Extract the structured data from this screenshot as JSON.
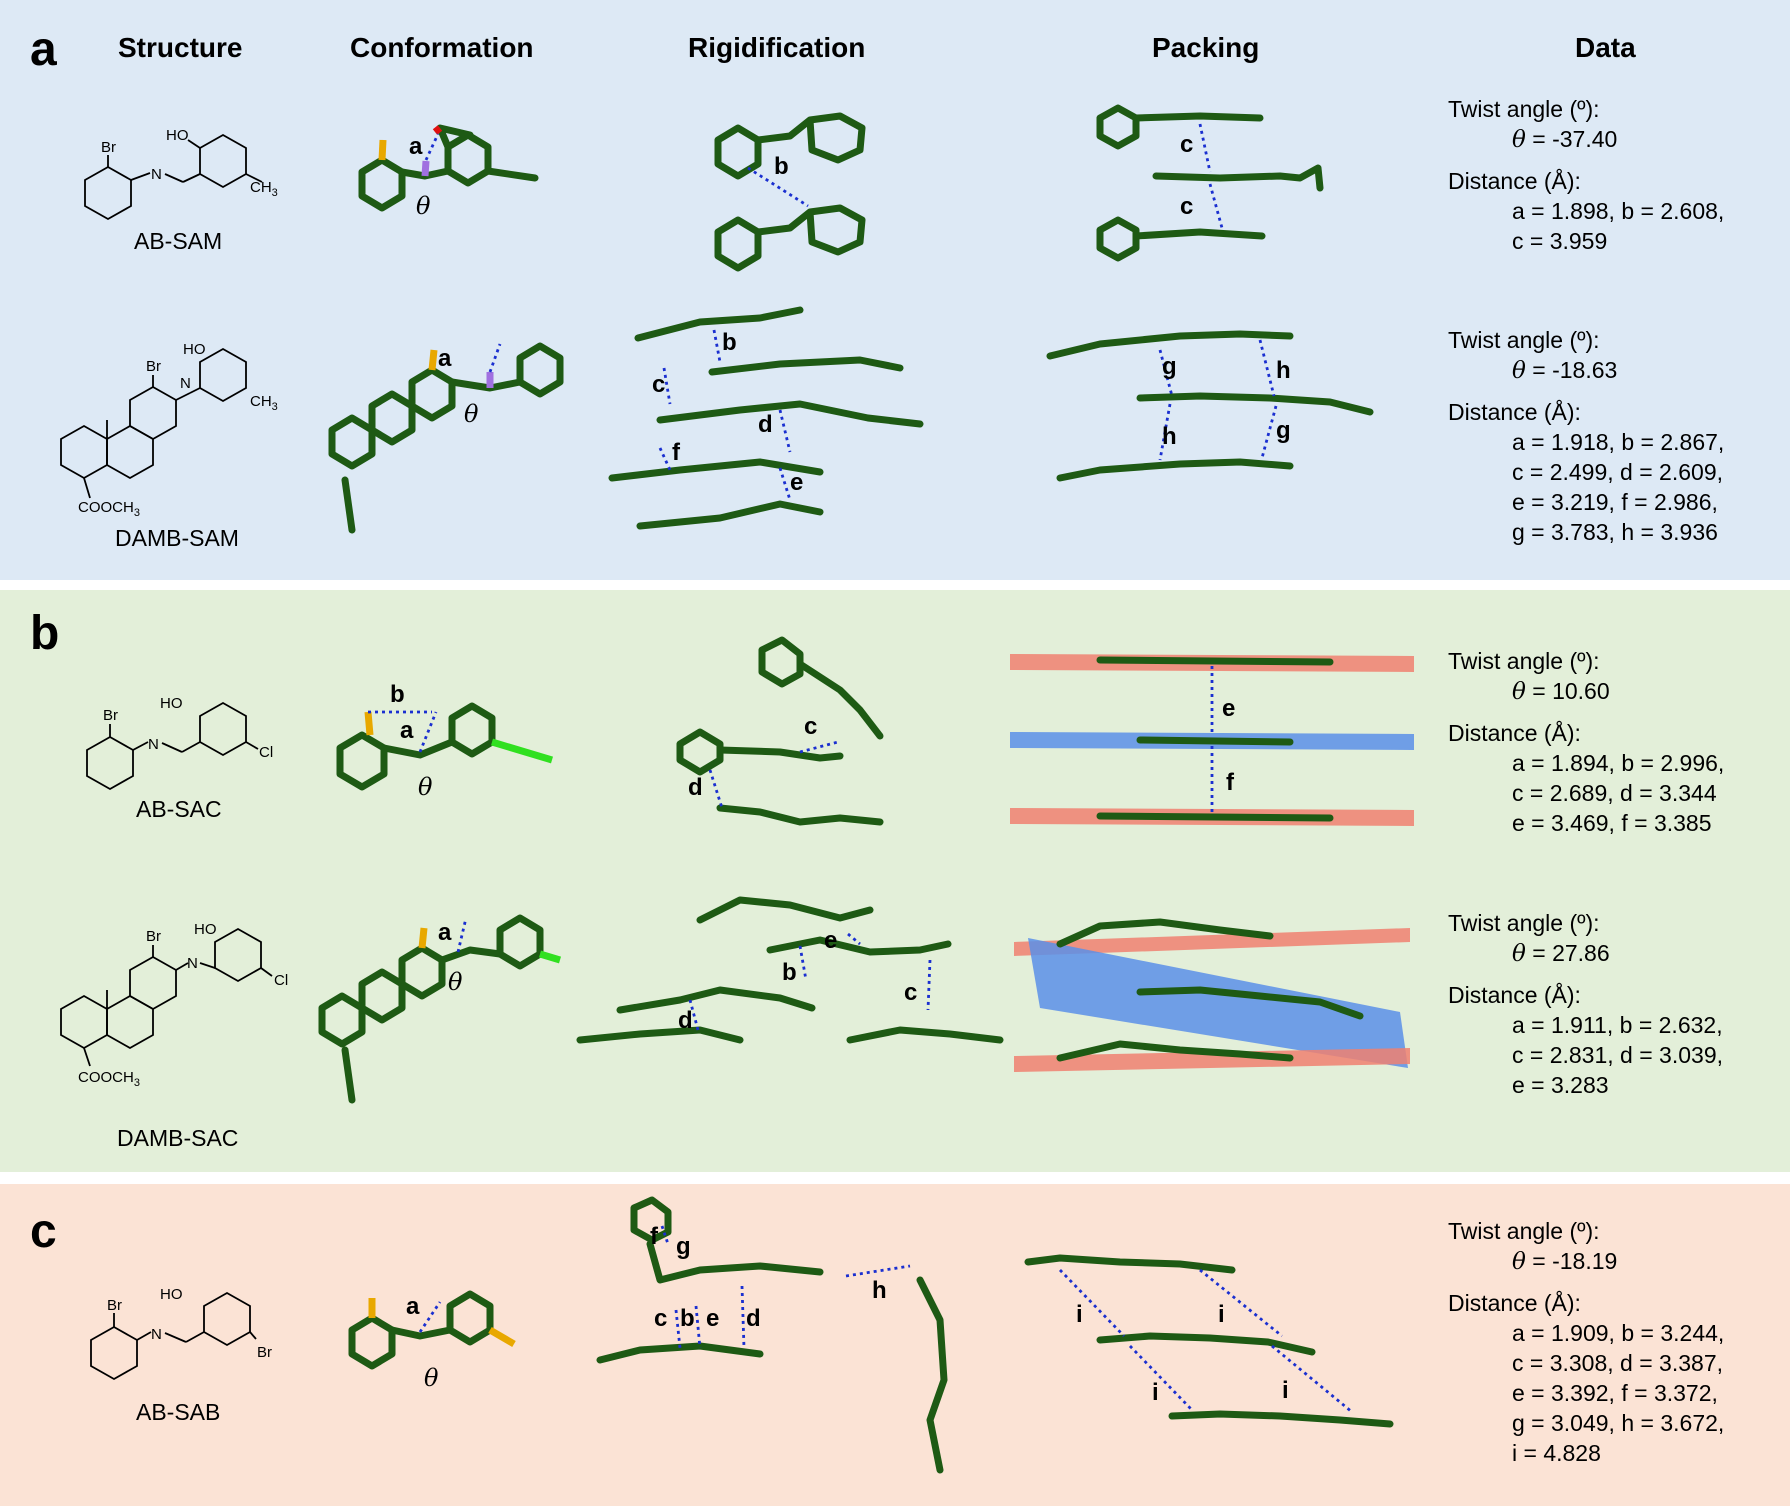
{
  "headers": {
    "structure": "Structure",
    "conformation": "Conformation",
    "rigidification": "Rigidification",
    "packing": "Packing",
    "data": "Data"
  },
  "panels": {
    "a": "a",
    "b": "b",
    "c": "c"
  },
  "compounds": {
    "ab_sam": "AB-SAM",
    "damb_sam": "DAMB-SAM",
    "ab_sac": "AB-SAC",
    "damb_sac": "DAMB-SAC",
    "ab_sab": "AB-SAB"
  },
  "atom_labels": {
    "br": "Br",
    "ho": "HO",
    "n": "N",
    "ch3": "CH",
    "ch3_sub": "3",
    "cl": "Cl",
    "cooch3": "COOCH",
    "cooch3_sub": "3"
  },
  "theta": "θ",
  "data_blocks": {
    "ab_sam": {
      "twist_label": "Twist angle (º):",
      "twist_value": " = -37.40",
      "distance_label": "Distance (Å):",
      "lines": [
        "a = 1.898, b = 2.608,",
        "c = 3.959"
      ]
    },
    "damb_sam": {
      "twist_label": "Twist angle (º):",
      "twist_value": " = -18.63",
      "distance_label": "Distance (Å):",
      "lines": [
        "a = 1.918, b = 2.867,",
        "c = 2.499, d = 2.609,",
        "e = 3.219, f = 2.986,",
        "g = 3.783, h = 3.936"
      ]
    },
    "ab_sac": {
      "twist_label": "Twist angle (º):",
      "twist_value": " = 10.60",
      "distance_label": "Distance (Å):",
      "lines": [
        "a = 1.894, b = 2.996,",
        "c = 2.689, d = 3.344",
        "e = 3.469, f = 3.385"
      ]
    },
    "damb_sac": {
      "twist_label": "Twist angle (º):",
      "twist_value": " = 27.86",
      "distance_label": "Distance (Å):",
      "lines": [
        "a = 1.911, b = 2.632,",
        "c = 2.831, d = 3.039,",
        "e = 3.283"
      ]
    },
    "ab_sab": {
      "twist_label": "Twist angle (º):",
      "twist_value": " = -18.19",
      "distance_label": "Distance (Å):",
      "lines": [
        "a = 1.909, b = 3.244,",
        "c = 3.308, d = 3.387,",
        "e = 3.392, f = 3.372,",
        "g = 3.049, h = 3.672,",
        " i = 4.828"
      ]
    }
  },
  "contact_labels": {
    "a": "a",
    "b": "b",
    "c": "c",
    "d": "d",
    "e": "e",
    "f": "f",
    "g": "g",
    "h": "h",
    "i": "i"
  },
  "colors": {
    "panel_a_bg": "#dde9f5",
    "panel_b_bg": "#e3efd9",
    "panel_c_bg": "#fbe3d5",
    "carbon": "#1e5a14",
    "oxygen": "#e01010",
    "nitrogen": "#a070e0",
    "bromine": "#e8a800",
    "chlorine": "#30e020",
    "hydrogen": "#c8c8c8",
    "contact": "#1a2fd0",
    "plane_red": "#f08070",
    "plane_blue": "#5a8fe8"
  }
}
